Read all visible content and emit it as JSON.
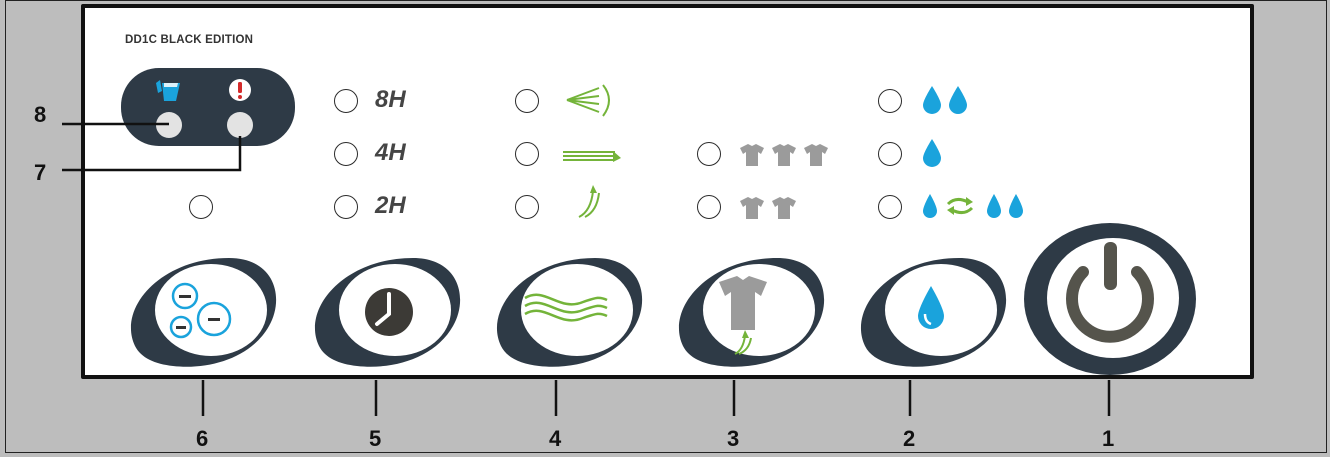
{
  "panel": {
    "brand": "DD1C BLACK EDITION"
  },
  "timer_labels": [
    "8H",
    "4H",
    "2H"
  ],
  "callouts": [
    "1",
    "2",
    "3",
    "4",
    "5",
    "6",
    "7",
    "8"
  ],
  "colors": {
    "blue": "#1aa3dc",
    "green": "#74b43a",
    "dark": "#2e3a46",
    "red": "#d42b2b",
    "grey": "#9b9b9b"
  },
  "icons": {
    "tank": "water-tank-icon",
    "alert": "exclamation-icon",
    "fan_high": "fan-high-icon",
    "fan_mid": "fan-mid-icon",
    "fan_low": "fan-low-icon",
    "laundry3": "laundry-three-shirts-icon",
    "laundry2": "laundry-two-shirts-icon",
    "drop2": "two-drops-icon",
    "drop1": "one-drop-icon",
    "drop_auto": "auto-humidity-icon"
  }
}
